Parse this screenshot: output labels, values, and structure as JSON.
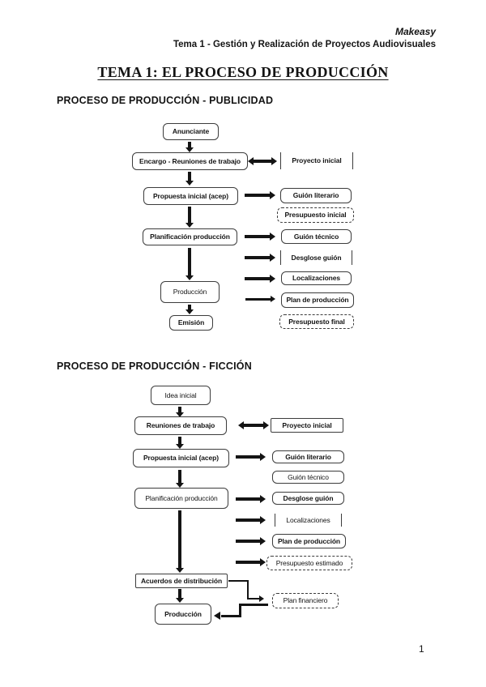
{
  "colors": {
    "ink": "#141414",
    "paper": "#ffffff"
  },
  "header": {
    "brand": "Makeasy",
    "course": "Tema 1 - Gestión y Realización de Proyectos Audiovisuales"
  },
  "title": "TEMA 1: EL PROCESO DE PRODUCCIÓN",
  "footer": {
    "page_number": "1"
  },
  "flowchart_publicidad": {
    "heading": "PROCESO DE PRODUCCIÓN - PUBLICIDAD",
    "anunciante": "Anunciante",
    "encargo_reuniones": "Encargo - Reuniones de trabajo",
    "proyecto_inicial": "Proyecto inicial",
    "propuesta_inicial": "Propuesta inicial (acep)",
    "guion_literario": "Guión literario",
    "presupuesto_inicial": "Presupuesto inicial",
    "planificacion_produccion": "Planificación producción",
    "guion_tecnico": "Guión técnico",
    "desglose_guion": "Desglose guión",
    "localizaciones": "Localizaciones",
    "produccion": "Producción",
    "plan_de_produccion": "Plan de producción",
    "emision": "Emisión",
    "presupuesto_final": "Presupuesto final"
  },
  "flowchart_ficcion": {
    "heading": "PROCESO DE PRODUCCIÓN - FICCIÓN",
    "idea_inicial": "Idea inicial",
    "reuniones_de_trabajo": "Reuniones de trabajo",
    "proyecto_inicial": "Proyecto inicial",
    "propuesta_inicial": "Propuesta inicial (acep)",
    "guion_literario": "Guión literario",
    "guion_tecnico": "Guión técnico",
    "planificacion_produccion": "Planificación producción",
    "desglose_guion": "Desglose guión",
    "localizaciones": "Localizaciones",
    "plan_de_produccion": "Plan de producción",
    "presupuesto_estimado": "Presupuesto estimado",
    "acuerdos_distribucion": "Acuerdos de distribución",
    "plan_financiero": "Plan financiero",
    "produccion": "Producción"
  }
}
